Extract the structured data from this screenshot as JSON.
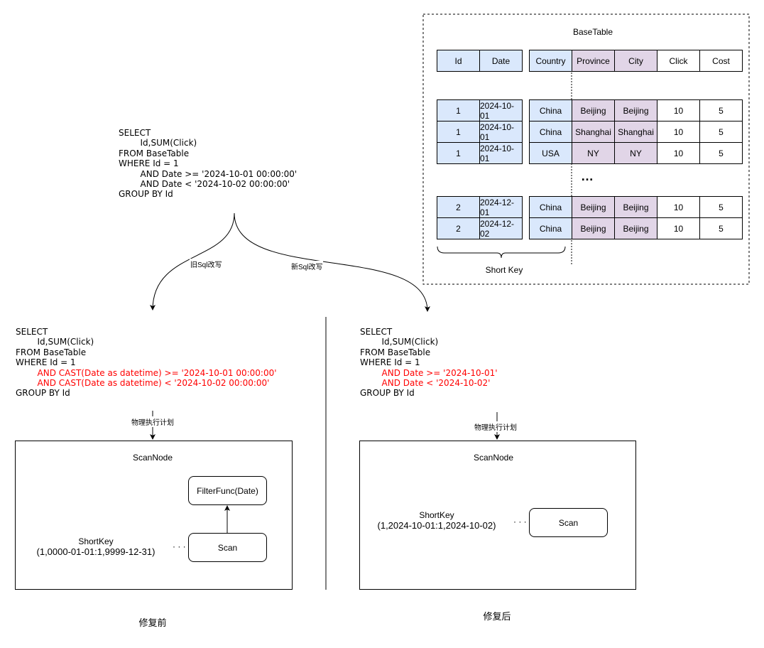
{
  "base_table": {
    "title": "BaseTable",
    "columns": [
      "Id",
      "Date",
      "Country",
      "Province",
      "City",
      "Click",
      "Cost"
    ],
    "column_kinds": [
      "key",
      "key",
      "key",
      "dim",
      "dim",
      "metric",
      "metric"
    ],
    "rows_group1": [
      [
        "1",
        "2024-10-01",
        "China",
        "Beijing",
        "Beijing",
        "10",
        "5"
      ],
      [
        "1",
        "2024-10-01",
        "China",
        "Shanghai",
        "Shanghai",
        "10",
        "5"
      ],
      [
        "1",
        "2024-10-01",
        "USA",
        "NY",
        "NY",
        "10",
        "5"
      ]
    ],
    "ellipsis": "…",
    "rows_group2": [
      [
        "2",
        "2024-12-01",
        "China",
        "Beijing",
        "Beijing",
        "10",
        "5"
      ],
      [
        "2",
        "2024-12-02",
        "China",
        "Beijing",
        "Beijing",
        "10",
        "5"
      ]
    ],
    "short_key_label": "Short Key"
  },
  "original_sql": [
    "SELECT",
    "        Id,SUM(Click)",
    "FROM BaseTable",
    "WHERE Id = 1",
    "        AND Date >= '2024-10-01 00:00:00'",
    "        AND Date < '2024-10-02 00:00:00'",
    "GROUP BY Id"
  ],
  "edges": {
    "old_rewrite": "旧Sql改写",
    "new_rewrite": "新Sql改写",
    "physical_plan": "物理执行计划"
  },
  "left": {
    "sql_normal_top": [
      "SELECT",
      "        Id,SUM(Click)",
      "FROM BaseTable",
      "WHERE Id = 1"
    ],
    "sql_red": [
      "        AND CAST(Date as datetime) >= '2024-10-01 00:00:00'",
      "        AND CAST(Date as datetime) < '2024-10-02 00:00:00'"
    ],
    "sql_normal_bottom": [
      "GROUP BY Id"
    ],
    "scan_node_title": "ScanNode",
    "filter_func": "FilterFunc(Date)",
    "short_key_title": "ShortKey",
    "short_key_range": "(1,0000-01-01:1,9999-12-31)",
    "dots": "· · ·",
    "scan": "Scan",
    "caption": "修复前"
  },
  "right": {
    "sql_normal_top": [
      "SELECT",
      "        Id,SUM(Click)",
      "FROM BaseTable",
      "WHERE Id = 1"
    ],
    "sql_red": [
      "        AND Date >= '2024-10-01'",
      "        AND Date < '2024-10-02'"
    ],
    "sql_normal_bottom": [
      "GROUP BY Id"
    ],
    "scan_node_title": "ScanNode",
    "short_key_title": "ShortKey",
    "short_key_range": "(1,2024-10-01:1,2024-10-02)",
    "dots": "· · ·",
    "scan": "Scan",
    "caption": "修复后"
  },
  "colors": {
    "key_column": "#dae8fc",
    "dim_column": "#e1d5e7",
    "highlight_sql": "#ff0000"
  }
}
